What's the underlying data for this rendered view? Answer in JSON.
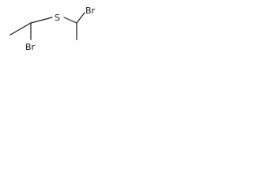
{
  "molecule": {
    "atoms": {
      "sulfur": "S",
      "bromine_left": "Br",
      "bromine_right": "Br"
    }
  },
  "colors": {
    "background": "#ffffff",
    "ink": "#1a1a1a"
  }
}
